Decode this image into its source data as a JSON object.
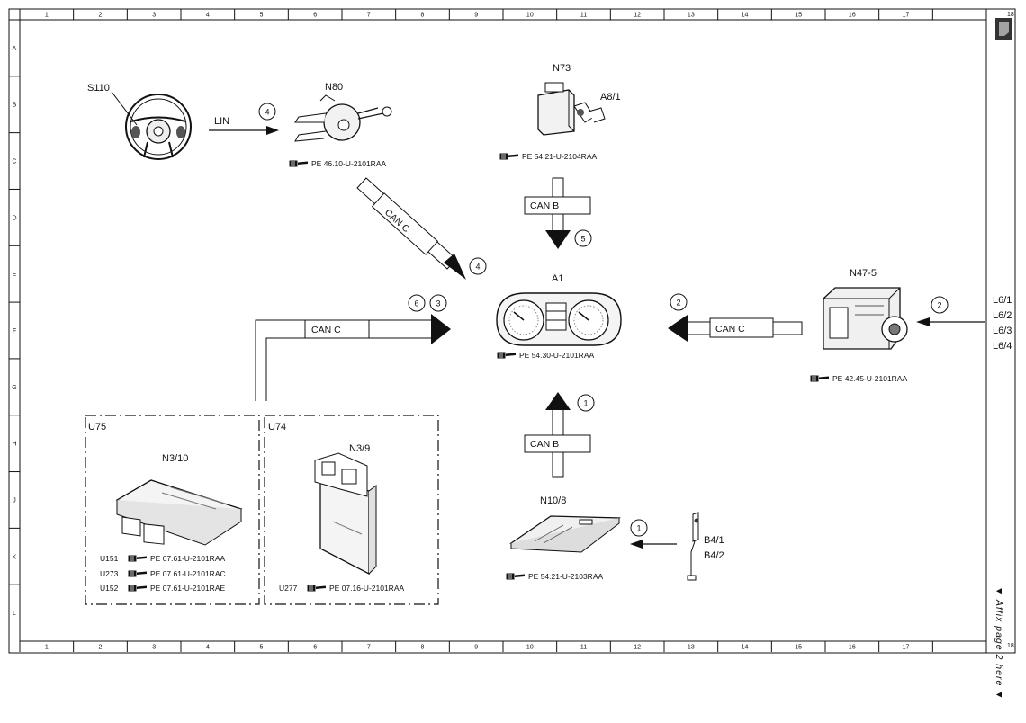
{
  "grid": {
    "columns": [
      "1",
      "2",
      "3",
      "4",
      "5",
      "6",
      "7",
      "8",
      "9",
      "10",
      "11",
      "12",
      "13",
      "14",
      "15",
      "16",
      "17",
      "18"
    ],
    "rows": [
      "A",
      "B",
      "C",
      "D",
      "E",
      "F",
      "G",
      "H",
      "J",
      "K",
      "L"
    ]
  },
  "components": {
    "s110": {
      "label": "S110"
    },
    "n80": {
      "label": "N80",
      "ref": "PE 46.10-U-2101RAA"
    },
    "n73": {
      "label": "N73",
      "sub_label": "A8/1",
      "ref": "PE 54.21-U-2104RAA"
    },
    "a1": {
      "label": "A1",
      "ref": "PE 54.30-U-2101RAA"
    },
    "n47": {
      "label": "N47-5",
      "ref": "PE 42.45-U-2101RAA"
    },
    "n10": {
      "label": "N10/8",
      "ref": "PE 54.21-U-2103RAA"
    },
    "b4": {
      "labels": [
        "B4/1",
        "B4/2"
      ]
    },
    "l6": {
      "labels": [
        "L6/1",
        "L6/2",
        "L6/3",
        "L6/4"
      ]
    },
    "u75": {
      "label": "U75",
      "module": "N3/10",
      "variants": [
        {
          "code": "U151",
          "ref": "PE 07.61-U-2101RAA"
        },
        {
          "code": "U273",
          "ref": "PE 07.61-U-2101RAC"
        },
        {
          "code": "U152",
          "ref": "PE 07.61-U-2101RAE"
        }
      ]
    },
    "u74": {
      "label": "U74",
      "module": "N3/9",
      "variant_code": "U277",
      "ref": "PE 07.16-U-2101RAA"
    }
  },
  "buses": {
    "lin": "LIN",
    "can_c_diag": "CAN C",
    "can_c_engine": "CAN C",
    "can_c_esp": "CAN C",
    "can_b_top": "CAN B",
    "can_b_bottom": "CAN B"
  },
  "callouts": {
    "lin": "4",
    "can_c_diag": "4",
    "can_b_top": "5",
    "engine_a": "6",
    "engine_b": "3",
    "esp_bus": "2",
    "l6_input": "2",
    "can_b_bottom": "1",
    "b4_input": "1"
  },
  "side_note": "▼ Affix page 2 here ▼",
  "corner_mark": "18"
}
